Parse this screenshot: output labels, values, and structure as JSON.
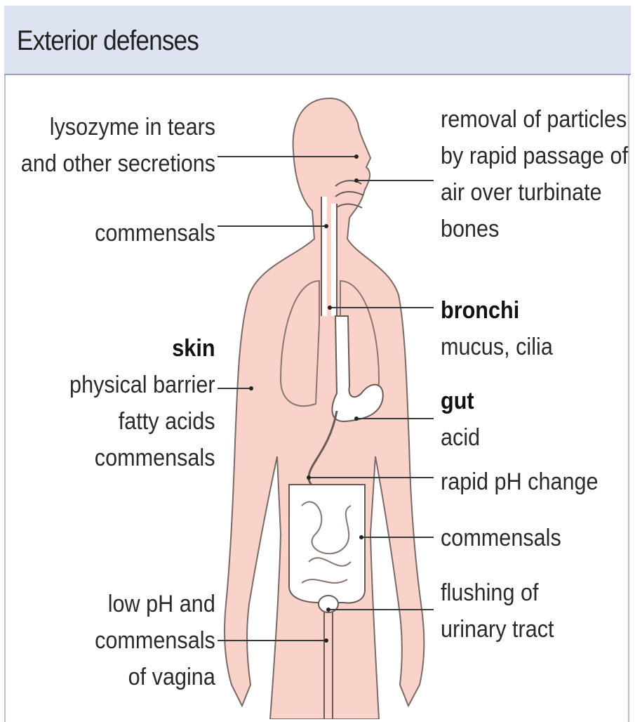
{
  "title": "Exterior defenses",
  "colors": {
    "header_bg": "#dde3f0",
    "body_fill": "#f9d3c9",
    "line": "#3a3a3a"
  },
  "labels": {
    "lysozyme": [
      "lysozyme in tears",
      "and other secretions"
    ],
    "commensals_throat": "commensals",
    "skin_title": "skin",
    "skin": [
      "physical barrier",
      "fatty acids",
      "commensals"
    ],
    "vagina": [
      "low pH and",
      "commensals",
      "of vagina"
    ],
    "nose": [
      "removal of particles",
      "by rapid passage of",
      "air over turbinate",
      "bones"
    ],
    "bronchi_title": "bronchi",
    "bronchi": "mucus, cilia",
    "gut_title": "gut",
    "gut": "acid",
    "ph_change": "rapid pH change",
    "commensals_intestine": "commensals",
    "urinary": [
      "flushing of",
      "urinary tract"
    ]
  }
}
